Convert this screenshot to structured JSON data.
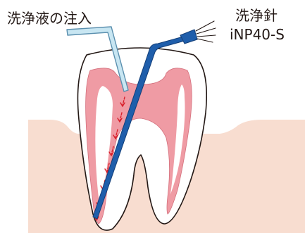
{
  "labels": {
    "irrigant_injection": "洗浄液の注入",
    "needle_name": "洗浄針",
    "needle_model": "iNP40-S"
  },
  "colors": {
    "gum": "#f8ddd0",
    "pulp": "#ef9ba4",
    "pulp_dark": "#e8818e",
    "dentin": "#ffffff",
    "outline": "#231815",
    "needle": "#1f5eab",
    "needle_dark": "#143f78",
    "syringe": "#c8e6f2",
    "syringe_outline": "#5a8fae",
    "arrows": "#d8202b"
  },
  "icons": {
    "needle_hub": "needle-hub-icon",
    "flow_arrow": "flow-arrow-icon"
  }
}
